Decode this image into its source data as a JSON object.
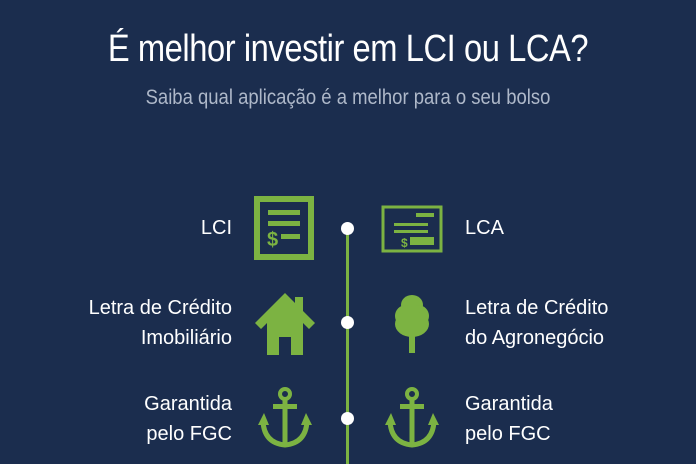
{
  "header": {
    "title": "É melhor investir em LCI ou LCA?",
    "subtitle": "Saiba qual aplicação é a melhor para o seu bolso"
  },
  "colors": {
    "background": "#1b2d4e",
    "accent": "#7cb342",
    "subtitle": "#aeb8c9",
    "text": "#ffffff"
  },
  "rows": [
    {
      "left": {
        "line1": "LCI",
        "line2": "",
        "icon": "document-dollar-icon"
      },
      "right": {
        "line1": "LCA",
        "line2": "",
        "icon": "check-dollar-icon"
      }
    },
    {
      "left": {
        "line1": "Letra de Crédito",
        "line2": "Imobiliário",
        "icon": "house-icon"
      },
      "right": {
        "line1": "Letra de Crédito",
        "line2": "do Agronegócio",
        "icon": "tree-icon"
      }
    },
    {
      "left": {
        "line1": "Garantida",
        "line2": "pelo FGC",
        "icon": "anchor-icon"
      },
      "right": {
        "line1": "Garantida",
        "line2": "pelo FGC",
        "icon": "anchor-icon"
      }
    }
  ]
}
